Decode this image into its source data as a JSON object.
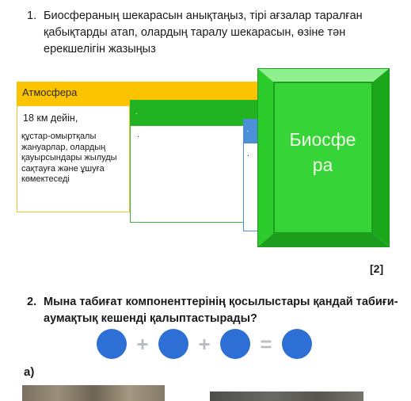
{
  "question1": {
    "number": "1.",
    "text": "Биосфераның шекарасын анықтаңыз, тірі ағзалар таралған қабықтарды атап, олардың таралу шекарасын, өзіне тән ерекшелігін жазыңыз"
  },
  "diagram": {
    "atmosphere": {
      "title": "Атмосфера",
      "limit": "18 км дейін,",
      "description": "құстар-омыртқалы жануарлар, олардың қауырсындары жылуды сақтауға және ұшуға көмектеседі"
    },
    "green_panel": {
      "title": ".",
      "body": "."
    },
    "blue_panel": {
      "title": ".",
      "body": "."
    },
    "biosphere": {
      "line1": "Биосфе",
      "line2": "ра"
    },
    "colors": {
      "atmosphere": "#fcc400",
      "hydrosphere": "#21b321",
      "lithosphere": "#4a8fd8",
      "biosphere": "#37d437"
    }
  },
  "marks": "[2]",
  "question2": {
    "number": "2.",
    "text": "Мына табиғат компоненттерінің қосылыстары қандай табиғи-аумақтық кешенді қалыптастырады?"
  },
  "equation": {
    "plus": "+",
    "equals": "=",
    "circle_color": "#2e6fd6"
  },
  "sub_a": "а)"
}
